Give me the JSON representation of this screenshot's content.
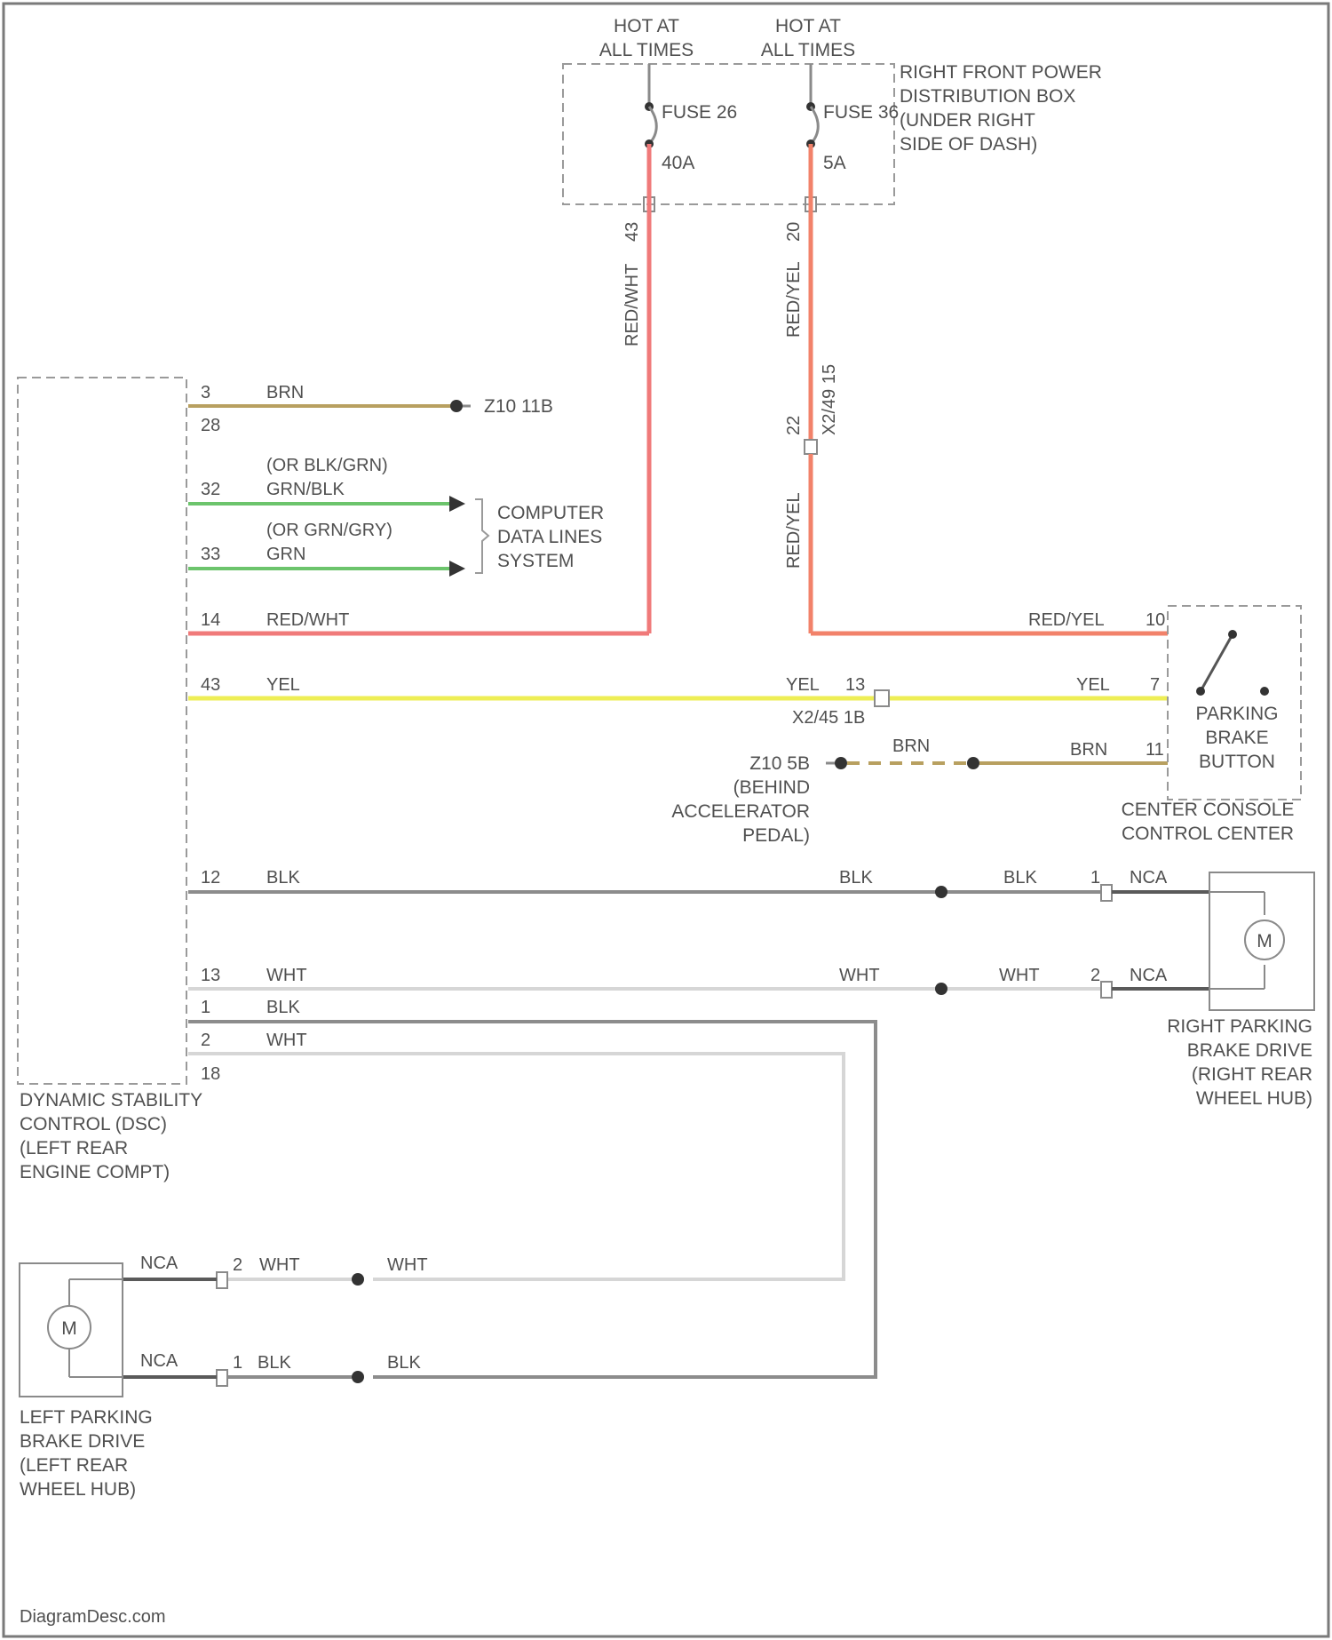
{
  "colors": {
    "red_wht": "#f07a7a",
    "red_yel": "#f2826a",
    "yel": "#eeee55",
    "grn": "#6cc46c",
    "brn": "#b8a060",
    "blk": "#8c8c8c",
    "wht": "#d6d6d6",
    "nca": "#5a5a5a"
  },
  "power": {
    "hot1": [
      "HOT AT",
      "ALL TIMES"
    ],
    "hot2": [
      "HOT AT",
      "ALL TIMES"
    ],
    "fuse1_name": "FUSE 26",
    "fuse1_rating": "40A",
    "fuse2_name": "FUSE 36",
    "fuse2_rating": "5A",
    "box_label": [
      "RIGHT FRONT POWER",
      "DISTRIBUTION BOX",
      "(UNDER RIGHT",
      "SIDE OF DASH)"
    ],
    "fuse1_pin": "43",
    "fuse1_wire": "RED/WHT",
    "fuse2_pin": "20",
    "fuse2_wire_top": "RED/YEL",
    "conn_pin": "22",
    "conn_name": "X2/49 15",
    "fuse2_wire_bottom": "RED/YEL"
  },
  "esc_module": {
    "label": [
      "DYNAMIC STABILITY",
      "CONTROL (DSC)",
      "(LEFT REAR",
      "ENGINE COMPT)"
    ],
    "pins": {
      "p3": "3",
      "p28": "28",
      "p32": "32",
      "p33": "33",
      "p14": "14",
      "p43": "43",
      "p12": "12",
      "p13": "13",
      "p1": "1",
      "p2": "2",
      "p18": "18"
    }
  },
  "wires": {
    "brn_ground": "BRN",
    "ground1": "Z10 11B",
    "grn_alt1": "(OR BLK/GRN)",
    "grn_1": "GRN/BLK",
    "grn_alt2": "(OR GRN/GRY)",
    "grn_2": "GRN",
    "data_lines": [
      "COMPUTER",
      "DATA LINES",
      "SYSTEM"
    ],
    "red_wht": "RED/WHT",
    "red_yel": "RED/YEL",
    "red_yel_pin": "10",
    "yel_left": "YEL",
    "yel_mid": "YEL",
    "yel_mid_pin": "13",
    "yel_conn": "X2/45 1B",
    "yel_right": "YEL",
    "yel_right_pin": "7",
    "ground2": "Z10 5B",
    "ground2_note": [
      "(BEHIND",
      "ACCELERATOR",
      "PEDAL)"
    ],
    "brn_mid": "BRN",
    "brn_right": "BRN",
    "brn_right_pin": "11",
    "blk_left": "BLK",
    "blk_mid": "BLK",
    "blk_right": "BLK",
    "blk_right_pin": "1",
    "nca": "NCA",
    "wht_left": "WHT",
    "wht_mid": "WHT",
    "wht_right": "WHT",
    "wht_right_pin": "2",
    "low_blk": "BLK",
    "low_wht": "WHT"
  },
  "parking_button": {
    "label": [
      "PARKING",
      "BRAKE",
      "BUTTON"
    ],
    "location": [
      "CENTER CONSOLE",
      "CONTROL CENTER"
    ]
  },
  "right_motor": {
    "symbol": "M",
    "label": [
      "RIGHT PARKING",
      "BRAKE DRIVE",
      "(RIGHT REAR",
      "WHEEL HUB)"
    ]
  },
  "left_motor": {
    "symbol": "M",
    "label": [
      "LEFT PARKING",
      "BRAKE DRIVE",
      "(LEFT REAR",
      "WHEEL HUB)"
    ],
    "nca1": "NCA",
    "pin2": "2",
    "wht1": "WHT",
    "wht2": "WHT",
    "nca2": "NCA",
    "pin1": "1",
    "blk1": "BLK",
    "blk2": "BLK"
  },
  "watermark": "DiagramDesc.com"
}
